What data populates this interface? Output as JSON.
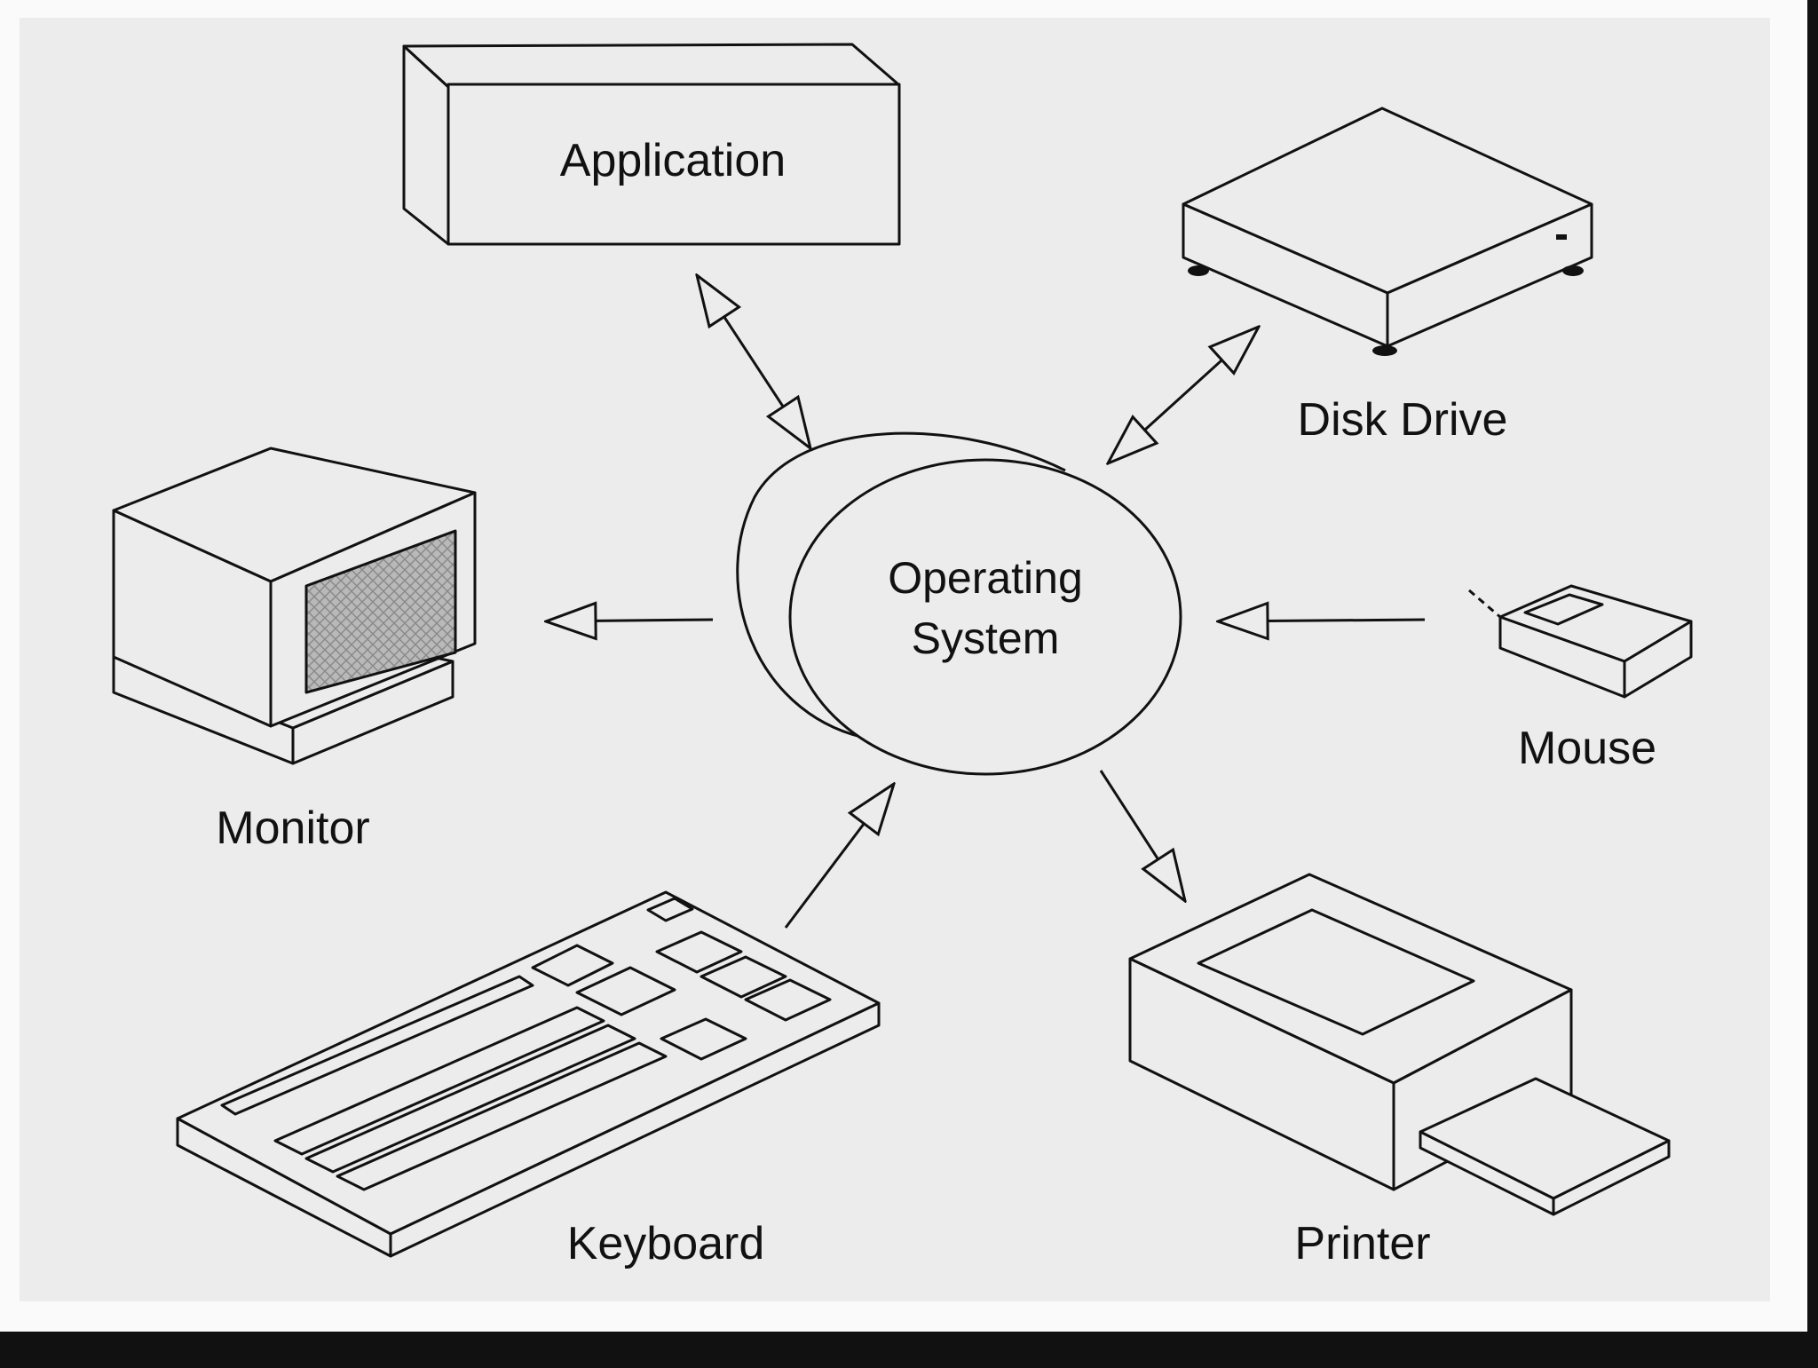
{
  "colors": {
    "page_background": "#111111",
    "diagram_background": "#ececec",
    "frame": "#fafafa",
    "ink": "#111111",
    "screen_fill": "#b4b4b4"
  },
  "diagram": {
    "center": {
      "label_line1": "Operating",
      "label_line2": "System"
    },
    "nodes": {
      "application": {
        "label": "Application",
        "icon": "application-box-icon"
      },
      "disk_drive": {
        "label": "Disk Drive",
        "icon": "disk-drive-icon"
      },
      "monitor": {
        "label": "Monitor",
        "icon": "monitor-icon"
      },
      "mouse": {
        "label": "Mouse",
        "icon": "mouse-icon"
      },
      "keyboard": {
        "label": "Keyboard",
        "icon": "keyboard-icon"
      },
      "printer": {
        "label": "Printer",
        "icon": "printer-icon"
      }
    },
    "connections": [
      {
        "from": "Application",
        "to": "Operating System",
        "direction": "both"
      },
      {
        "from": "Disk Drive",
        "to": "Operating System",
        "direction": "both"
      },
      {
        "from": "Operating System",
        "to": "Monitor",
        "direction": "one-way"
      },
      {
        "from": "Mouse",
        "to": "Operating System",
        "direction": "one-way"
      },
      {
        "from": "Keyboard",
        "to": "Operating System",
        "direction": "one-way"
      },
      {
        "from": "Operating System",
        "to": "Printer",
        "direction": "one-way"
      }
    ]
  }
}
